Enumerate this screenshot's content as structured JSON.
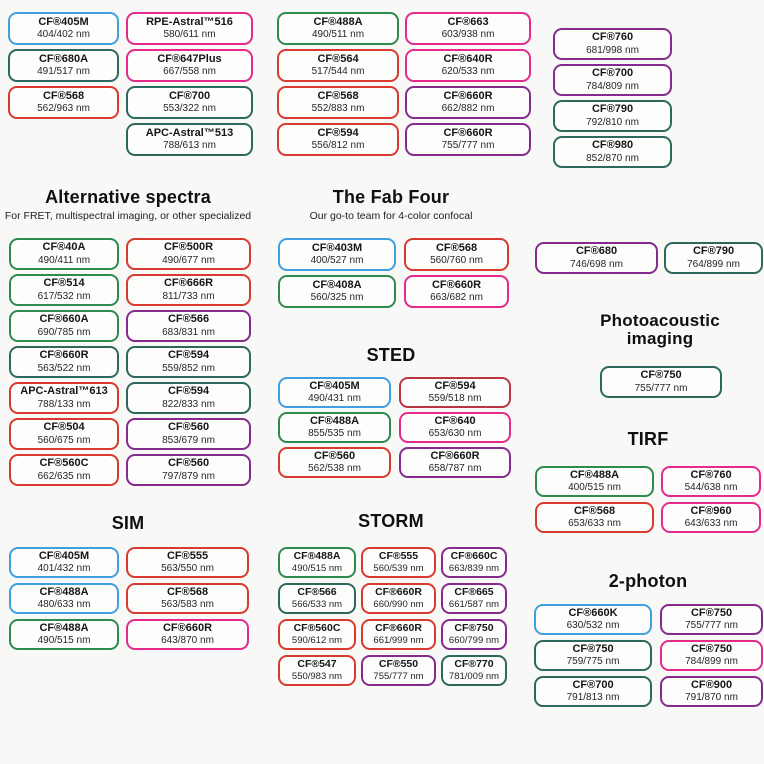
{
  "palette": {
    "blue": "#3f9fdf",
    "pink": "#e62a8c",
    "red": "#d93a30",
    "teal": "#2d685f",
    "green": "#2e8b50",
    "purple": "#862b8e",
    "crimson": "#bb3442"
  },
  "sections": {
    "topLeft": {
      "pills": [
        {
          "name": "CF®405M",
          "exem": "404/402 nm",
          "color": "blue"
        },
        {
          "name": "RPE-Astral™516",
          "exem": "580/611 nm",
          "color": "pink"
        },
        {
          "name": "CF®680A",
          "exem": "491/517 nm",
          "color": "teal"
        },
        {
          "name": "CF®647Plus",
          "exem": "667/558 nm",
          "color": "pink"
        },
        {
          "name": "CF®568",
          "exem": "562/963 nm",
          "color": "red"
        },
        {
          "name": "CF®700",
          "exem": "553/322 nm",
          "color": "teal"
        },
        {
          "empty": true
        },
        {
          "name": "APC-Astral™513",
          "exem": "788/613 nm",
          "color": "teal"
        }
      ]
    },
    "topMid": {
      "pills": [
        {
          "name": "CF®488A",
          "exem": "490/511 nm",
          "color": "green"
        },
        {
          "name": "CF®663",
          "exem": "603/938 nm",
          "color": "pink"
        },
        {
          "name": "CF®564",
          "exem": "517/544 nm",
          "color": "red"
        },
        {
          "name": "CF®640R",
          "exem": "620/533 nm",
          "color": "pink"
        },
        {
          "name": "CF®568",
          "exem": "552/883 nm",
          "color": "red"
        },
        {
          "name": "CF®660R",
          "exem": "662/882 nm",
          "color": "purple"
        },
        {
          "name": "CF®594",
          "exem": "556/812 nm",
          "color": "red"
        },
        {
          "name": "CF®660R",
          "exem": "755/777 nm",
          "color": "purple"
        }
      ]
    },
    "topRight": {
      "pills": [
        {
          "name": "CF®760",
          "exem": "681/998 nm",
          "color": "purple"
        },
        {
          "name": "CF®700",
          "exem": "784/809 nm",
          "color": "purple"
        },
        {
          "name": "CF®790",
          "exem": "792/810 nm",
          "color": "teal"
        },
        {
          "name": "CF®980",
          "exem": "852/870 nm",
          "color": "teal"
        }
      ]
    },
    "alt": {
      "title": "Alternative spectra",
      "subtitle": "For FRET, multispectral imaging, or other specialized",
      "pills": [
        {
          "name": "CF®40A",
          "exem": "490/411 nm",
          "color": "green"
        },
        {
          "name": "CF®500R",
          "exem": "490/677 nm",
          "color": "red"
        },
        {
          "name": "CF®514",
          "exem": "617/532 nm",
          "color": "green"
        },
        {
          "name": "CF®666R",
          "exem": "811/733 nm",
          "color": "red"
        },
        {
          "name": "CF®660A",
          "exem": "690/785 nm",
          "color": "green"
        },
        {
          "name": "CF®566",
          "exem": "683/831 nm",
          "color": "purple"
        },
        {
          "name": "CF®660R",
          "exem": "563/522 nm",
          "color": "teal"
        },
        {
          "name": "CF®594",
          "exem": "559/852 nm",
          "color": "teal"
        },
        {
          "name": "APC-Astral™613",
          "exem": "788/133 nm",
          "color": "red"
        },
        {
          "name": "CF®594",
          "exem": "822/833 nm",
          "color": "teal"
        },
        {
          "name": "CF®504",
          "exem": "560/675 nm",
          "color": "red"
        },
        {
          "name": "CF®560",
          "exem": "853/679 nm",
          "color": "purple"
        },
        {
          "name": "CF®560C",
          "exem": "662/635 nm",
          "color": "red"
        },
        {
          "name": "CF®560",
          "exem": "797/879 nm",
          "color": "purple"
        }
      ]
    },
    "fab": {
      "title": "The Fab Four",
      "subtitle": "Our go-to team for 4-color confocal",
      "pills": [
        {
          "name": "CF®403M",
          "exem": "400/527 nm",
          "color": "blue"
        },
        {
          "name": "CF®568",
          "exem": "560/760 nm",
          "color": "red"
        },
        {
          "name": "CF®408A",
          "exem": "560/325 nm",
          "color": "green"
        },
        {
          "name": "CF®660R",
          "exem": "663/682 nm",
          "color": "pink"
        }
      ]
    },
    "midPair": {
      "pills": [
        {
          "name": "CF®680",
          "exem": "746/698 nm",
          "color": "purple"
        },
        {
          "name": "CF®790",
          "exem": "764/899 nm",
          "color": "teal"
        }
      ]
    },
    "photo": {
      "title": "Photoacoustic imaging",
      "pills": [
        {
          "name": "CF®750",
          "exem": "755/777 nm",
          "color": "teal"
        }
      ]
    },
    "sted": {
      "title": "STED",
      "pills": [
        {
          "name": "CF®405M",
          "exem": "490/431 nm",
          "color": "blue"
        },
        {
          "name": "CF®594",
          "exem": "559/518 nm",
          "color": "crimson"
        },
        {
          "name": "CF®488A",
          "exem": "855/535 nm",
          "color": "green"
        },
        {
          "name": "CF®640",
          "exem": "653/630 nm",
          "color": "pink"
        },
        {
          "name": "CF®560",
          "exem": "562/538 nm",
          "color": "red"
        },
        {
          "name": "CF®660R",
          "exem": "658/787 nm",
          "color": "purple"
        }
      ]
    },
    "tirf": {
      "title": "TIRF",
      "pills": [
        {
          "name": "CF®488A",
          "exem": "400/515 nm",
          "color": "green"
        },
        {
          "name": "CF®760",
          "exem": "544/638 nm",
          "color": "pink"
        },
        {
          "name": "CF®568",
          "exem": "653/633 nm",
          "color": "red"
        },
        {
          "name": "CF®960",
          "exem": "643/633 nm",
          "color": "pink"
        }
      ]
    },
    "sim": {
      "title": "SIM",
      "pills": [
        {
          "name": "CF®405M",
          "exem": "401/432 nm",
          "color": "blue"
        },
        {
          "name": "CF®555",
          "exem": "563/550 nm",
          "color": "red"
        },
        {
          "name": "CF®488A",
          "exem": "480/633 nm",
          "color": "blue"
        },
        {
          "name": "CF®568",
          "exem": "563/583 nm",
          "color": "red"
        },
        {
          "name": "CF®488A",
          "exem": "490/515 nm",
          "color": "green"
        },
        {
          "name": "CF®660R",
          "exem": "643/870 nm",
          "color": "pink"
        }
      ]
    },
    "storm": {
      "title": "STORM",
      "pills": [
        {
          "name": "CF®488A",
          "exem": "490/515 nm",
          "color": "green"
        },
        {
          "name": "CF®555",
          "exem": "560/539 nm",
          "color": "red"
        },
        {
          "name": "CF®660C",
          "exem": "663/839 nm",
          "color": "purple"
        },
        {
          "name": "CF®566",
          "exem": "566/533 nm",
          "color": "teal"
        },
        {
          "name": "CF®660R",
          "exem": "660/990 nm",
          "color": "red"
        },
        {
          "name": "CF®665",
          "exem": "661/587 nm",
          "color": "purple"
        },
        {
          "name": "CF®560C",
          "exem": "590/612 nm",
          "color": "red"
        },
        {
          "name": "CF®660R",
          "exem": "661/999 nm",
          "color": "red"
        },
        {
          "name": "CF®750",
          "exem": "660/799 nm",
          "color": "purple"
        },
        {
          "name": "CF®547",
          "exem": "550/983 nm",
          "color": "red"
        },
        {
          "name": "CF®550",
          "exem": "755/777 nm",
          "color": "purple"
        },
        {
          "name": "CF®770",
          "exem": "781/009 nm",
          "color": "teal"
        }
      ]
    },
    "twoPhoton": {
      "title": "2-photon",
      "pills": [
        {
          "name": "CF®660K",
          "exem": "630/532 nm",
          "color": "blue"
        },
        {
          "name": "CF®750",
          "exem": "755/777 nm",
          "color": "purple"
        },
        {
          "name": "CF®750",
          "exem": "759/775 nm",
          "color": "teal"
        },
        {
          "name": "CF®750",
          "exem": "784/899 nm",
          "color": "pink"
        },
        {
          "name": "CF®700",
          "exem": "791/813 nm",
          "color": "teal"
        },
        {
          "name": "CF®900",
          "exem": "791/870 nm",
          "color": "purple"
        }
      ]
    }
  }
}
